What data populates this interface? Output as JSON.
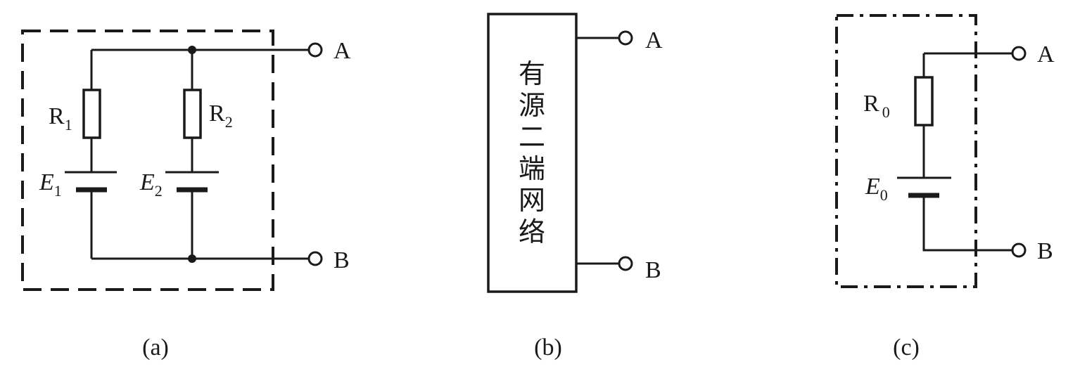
{
  "diagram_a": {
    "caption": "(a)",
    "terminal_a": "A",
    "terminal_b": "B",
    "r1": {
      "main": "R",
      "sub": "1"
    },
    "r2": {
      "main": "R",
      "sub": "2"
    },
    "e1": {
      "main": "E",
      "sub": "1"
    },
    "e2": {
      "main": "E",
      "sub": "2"
    }
  },
  "diagram_b": {
    "caption": "(b)",
    "terminal_a": "A",
    "terminal_b": "B",
    "box_chars": [
      "有",
      "源",
      "二",
      "端",
      "网",
      "络"
    ]
  },
  "diagram_c": {
    "caption": "(c)",
    "terminal_a": "A",
    "terminal_b": "B",
    "r0": {
      "main": "R",
      "sub": "0"
    },
    "e0": {
      "main": "E",
      "sub": "0"
    }
  }
}
